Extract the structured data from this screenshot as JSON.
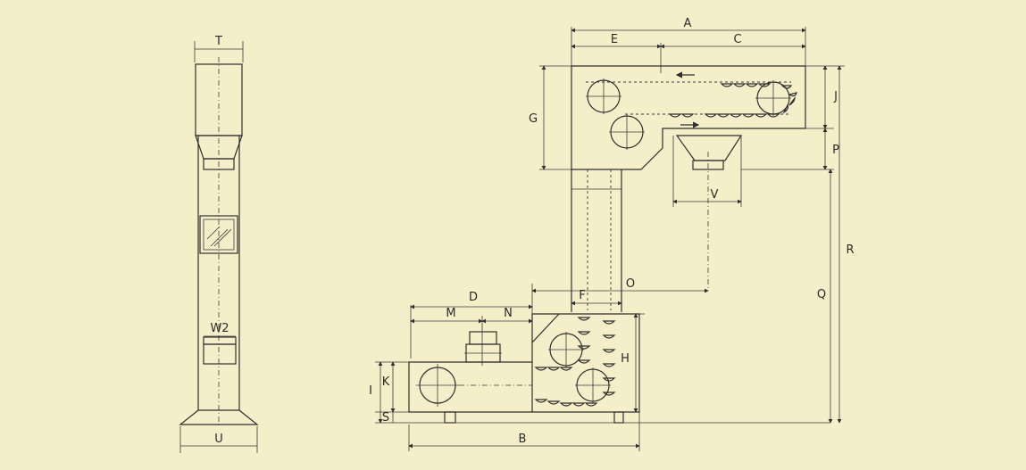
{
  "colors": {
    "paper": "#f5efc9",
    "ink": "#2f2f2f"
  },
  "dimension_labels": {
    "T": "T",
    "W2": "W2",
    "U": "U",
    "A": "A",
    "E": "E",
    "C": "C",
    "G": "G",
    "J": "J",
    "P": "P",
    "R": "R",
    "Q": "Q",
    "V": "V",
    "O": "O",
    "D": "D",
    "F": "F",
    "M": "M",
    "N": "N",
    "H": "H",
    "K": "K",
    "I": "I",
    "S": "S",
    "B": "B"
  }
}
